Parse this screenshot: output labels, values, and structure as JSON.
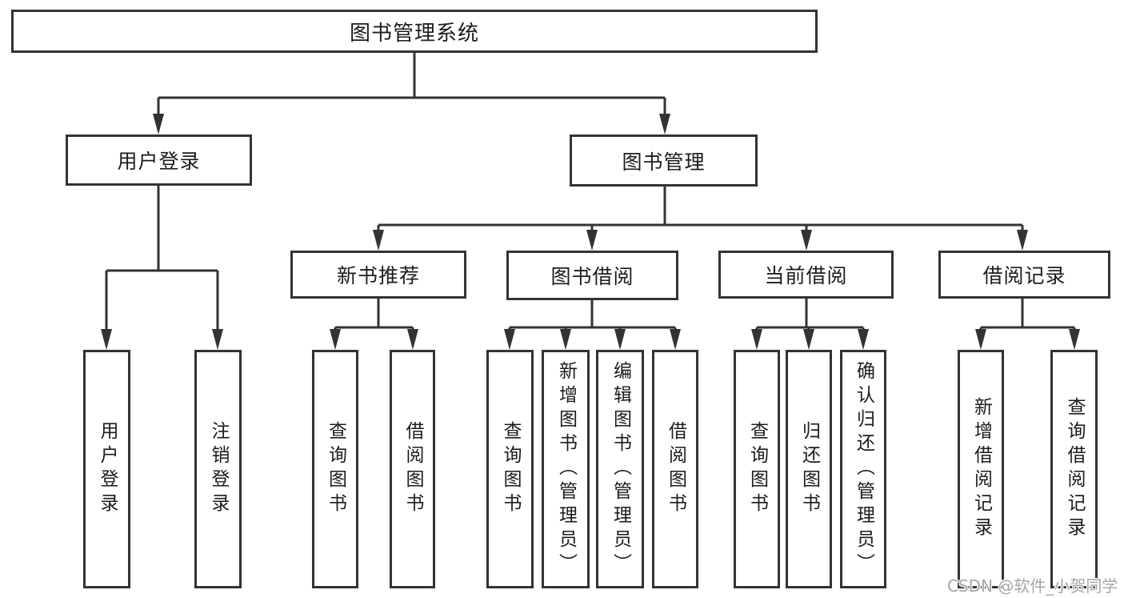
{
  "diagram": {
    "type": "hierarchy-tree",
    "title": "图书管理系统",
    "colors": {
      "line": "#333333",
      "box_border": "#333333",
      "box_fill": "#ffffff",
      "text": "#1c1c1c",
      "watermark": "#a6a6a6",
      "background": "#ffffff"
    },
    "nodes": {
      "root": {
        "label": "图书管理系统"
      },
      "level2": [
        {
          "label": "用户登录"
        },
        {
          "label": "图书管理"
        }
      ],
      "level3": [
        {
          "label": "新书推荐"
        },
        {
          "label": "图书借阅"
        },
        {
          "label": "当前借阅"
        },
        {
          "label": "借阅记录"
        }
      ],
      "leaves": [
        {
          "label": "用户登录"
        },
        {
          "label": "注销登录"
        },
        {
          "label": "查询图书"
        },
        {
          "label": "借阅图书"
        },
        {
          "label": "查询图书"
        },
        {
          "label": "新增图书（管理员）"
        },
        {
          "label": "编辑图书（管理员）"
        },
        {
          "label": "借阅图书"
        },
        {
          "label": "查询图书"
        },
        {
          "label": "归还图书"
        },
        {
          "label": "确认归还（管理员）"
        },
        {
          "label": "新增借阅记录"
        },
        {
          "label": "查询借阅记录"
        }
      ]
    },
    "hierarchy": {
      "图书管理系统": [
        "用户登录",
        "图书管理"
      ],
      "用户登录": [
        "用户登录",
        "注销登录"
      ],
      "图书管理": [
        "新书推荐",
        "图书借阅",
        "当前借阅",
        "借阅记录"
      ],
      "新书推荐": [
        "查询图书",
        "借阅图书"
      ],
      "图书借阅": [
        "查询图书",
        "新增图书（管理员）",
        "编辑图书（管理员）",
        "借阅图书"
      ],
      "当前借阅": [
        "查询图书",
        "归还图书",
        "确认归还（管理员）"
      ],
      "借阅记录": [
        "新增借阅记录",
        "查询借阅记录"
      ]
    },
    "watermark": {
      "text": "CSDN @软件_小贺同学"
    }
  }
}
